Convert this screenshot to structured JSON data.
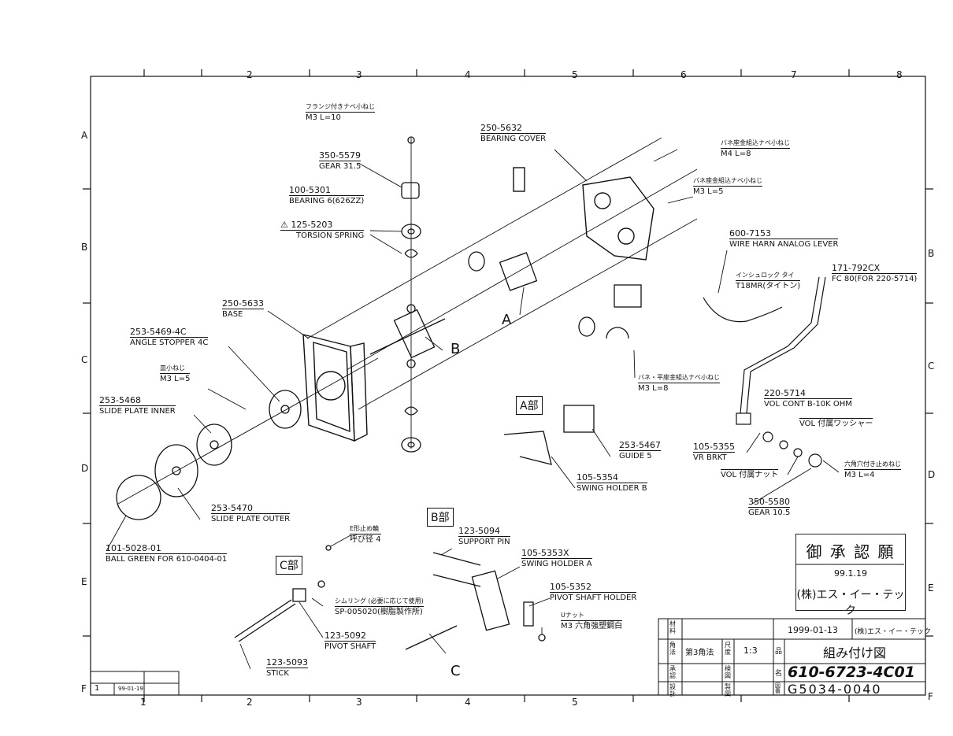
{
  "grid": {
    "columns": [
      "1",
      "2",
      "3",
      "4",
      "5",
      "6",
      "7",
      "8"
    ],
    "rows": [
      "A",
      "B",
      "C",
      "D",
      "E",
      "F"
    ]
  },
  "parts": [
    {
      "id": "p1",
      "num": "",
      "name": "M3 L=10",
      "jp": "フランジ付きナベ小ねじ"
    },
    {
      "id": "p2",
      "num": "350-5579",
      "name": "GEAR 31.5"
    },
    {
      "id": "p3",
      "num": "100-5301",
      "name": "BEARING 6(626ZZ)"
    },
    {
      "id": "p4",
      "num": "⚠ 125-5203",
      "name": "TORSION SPRING"
    },
    {
      "id": "p5",
      "num": "250-5632",
      "name": "BEARING COVER"
    },
    {
      "id": "p6",
      "num": "",
      "name": "M4 L=8",
      "jp": "バネ座金組込ナベ小ねじ"
    },
    {
      "id": "p7",
      "num": "",
      "name": "M3 L=5",
      "jp": "バネ座金組込ナベ小ねじ"
    },
    {
      "id": "p8",
      "num": "600-7153",
      "name": "WIRE HARN ANALOG LEVER"
    },
    {
      "id": "p9",
      "num": "171-792CX",
      "name": "FC 80(FOR 220-5714)"
    },
    {
      "id": "p10",
      "num": "",
      "name": "T18MR(タイトン)",
      "jp": "インシュロック タイ"
    },
    {
      "id": "p11",
      "num": "250-5633",
      "name": "BASE"
    },
    {
      "id": "p12",
      "num": "253-5469-4C",
      "name": "ANGLE STOPPER 4C"
    },
    {
      "id": "p13",
      "num": "",
      "name": "M3 L=5",
      "jp": "皿小ねじ"
    },
    {
      "id": "p14",
      "num": "253-5468",
      "name": "SLIDE PLATE INNER"
    },
    {
      "id": "p15",
      "num": "",
      "name": "M3 L=8",
      "jp": "バネ・平座金組込ナベ小ねじ"
    },
    {
      "id": "p16",
      "num": "220-5714",
      "name": "VOL CONT B-10K OHM"
    },
    {
      "id": "p17",
      "num": "",
      "name": "VOL 付属ワッシャー"
    },
    {
      "id": "p18",
      "num": "253-5467",
      "name": "GUIDE 5"
    },
    {
      "id": "p19",
      "num": "105-5355",
      "name": "VR BRKT"
    },
    {
      "id": "p20",
      "num": "",
      "name": "M3 L=4",
      "jp": "六角穴付き止めねじ"
    },
    {
      "id": "p21",
      "num": "",
      "name": "VOL 付属ナット"
    },
    {
      "id": "p22",
      "num": "105-5354",
      "name": "SWING HOLDER B"
    },
    {
      "id": "p23",
      "num": "350-5580",
      "name": "GEAR 10.5"
    },
    {
      "id": "p24",
      "num": "253-5470",
      "name": "SLIDE PLATE OUTER"
    },
    {
      "id": "p25",
      "num": "101-5028-01",
      "name": "BALL GREEN FOR 610-0404-01"
    },
    {
      "id": "p26",
      "num": "",
      "name": "呼び径 4",
      "jp": "E形止め輪"
    },
    {
      "id": "p27",
      "num": "123-5094",
      "name": "SUPPORT PIN"
    },
    {
      "id": "p28",
      "num": "105-5353X",
      "name": "SWING HOLDER A"
    },
    {
      "id": "p29",
      "num": "105-5352",
      "name": "PIVOT SHAFT HOLDER"
    },
    {
      "id": "p30",
      "num": "",
      "name": "SP-005020(樹脂製作所)",
      "jp": "シムリング (必要に応じて使用)"
    },
    {
      "id": "p31",
      "num": "",
      "name": "M3 六角強塑鋼白",
      "jp": "Uナット"
    },
    {
      "id": "p32",
      "num": "123-5092",
      "name": "PIVOT SHAFT"
    },
    {
      "id": "p33",
      "num": "123-5093",
      "name": "STICK"
    }
  ],
  "callouts": {
    "a": "A",
    "b": "B",
    "c": "C"
  },
  "sections": {
    "a": "A部",
    "b": "B部",
    "c": "C部"
  },
  "stamp": {
    "title": "御 承 認 願",
    "date": "99.1.19",
    "company": "(株)エス・イー・テック"
  },
  "title_block": {
    "date": "1999-01-13",
    "company": "(株)エス・イー・テック",
    "projection": "第3角法",
    "scale": "1:3",
    "drawing_name": "組み付け図",
    "part_number": "610-6723-4C01",
    "drawing_number": "G5034-0040",
    "side_labels": [
      "材料",
      "角法",
      "承認",
      "検図",
      "設計",
      "製図",
      "品",
      "名",
      "図番",
      "尺度"
    ],
    "revision_mark": "1",
    "revision_date": "99-01-19"
  }
}
